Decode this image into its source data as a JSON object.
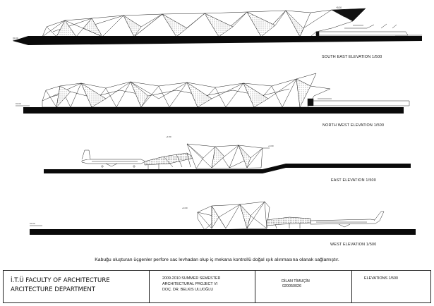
{
  "elevations": [
    {
      "label": "SOUTH EAST ELEVATION 1/500"
    },
    {
      "label": "NORTH WEST ELEVATION 1/500"
    },
    {
      "label": "EAST ELEVATION 1/500"
    },
    {
      "label": "WEST ELEVATION 1/500"
    }
  ],
  "caption": "Kabuğu oluşturan üçgenler perfore sac levhadan olup iç mekana kontrollü doğal ışık alınmasına olanak sağlamıştır.",
  "title_block": {
    "faculty": "İ.T.Ü FACULTY OF ARCHITECTURE",
    "department": "ARCITECTURE DEPARTMENT",
    "semester": "2009-2010 SUMMER SEMESTER",
    "project": "ARCHITECTURAL PROJECT VI",
    "instructor": "DOÇ. DR. BELKIS ULUOĞLU",
    "student_name": "DİLAN TİMUÇİN",
    "student_id": "020050026",
    "sheet_title": "ELEVATIONS 1/500"
  }
}
